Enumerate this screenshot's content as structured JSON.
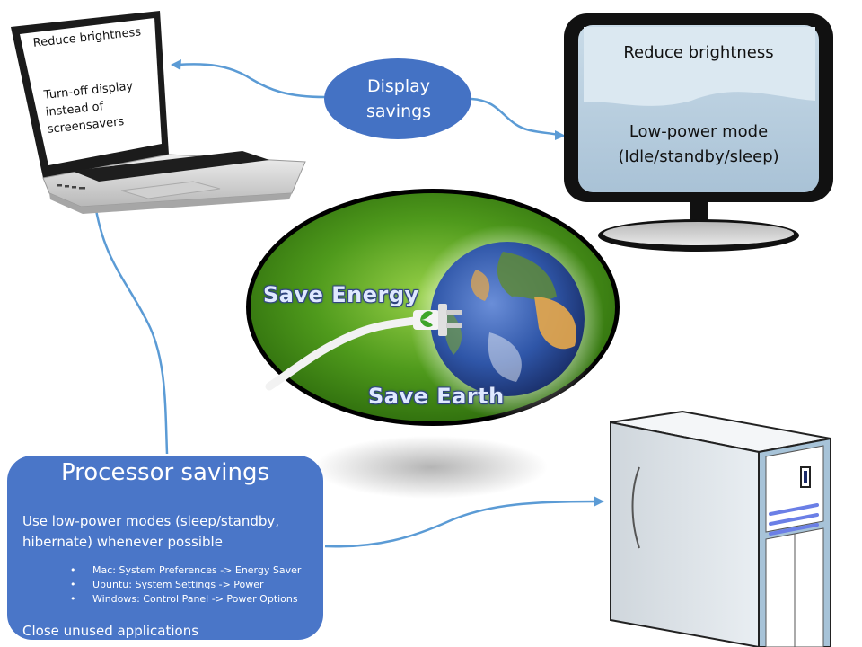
{
  "display_savings": {
    "label_line1": "Display",
    "label_line2": "savings"
  },
  "laptop": {
    "line1": "Reduce brightness",
    "line2": "Turn-off display",
    "line3": "instead of",
    "line4": "screensavers"
  },
  "monitor": {
    "top_text": "Reduce brightness",
    "bottom_line1": "Low-power mode",
    "bottom_line2": "(Idle/standby/sleep)"
  },
  "center_image": {
    "label_top": "Save Energy",
    "label_bottom": "Save Earth"
  },
  "processor_savings": {
    "title": "Processor savings",
    "body_line1": "Use low-power modes (sleep/standby,",
    "body_line2": "hibernate) whenever possible",
    "items": [
      "Mac: System Preferences -> Energy Saver",
      "Ubuntu: System Settings -> Power",
      "Windows: Control Panel -> Power Options"
    ],
    "close_text": "Close unused applications"
  },
  "colors": {
    "accent_blue": "#4a76c8",
    "connector_blue": "#5b9bd5",
    "ellipse_green": "#3f8a12"
  }
}
